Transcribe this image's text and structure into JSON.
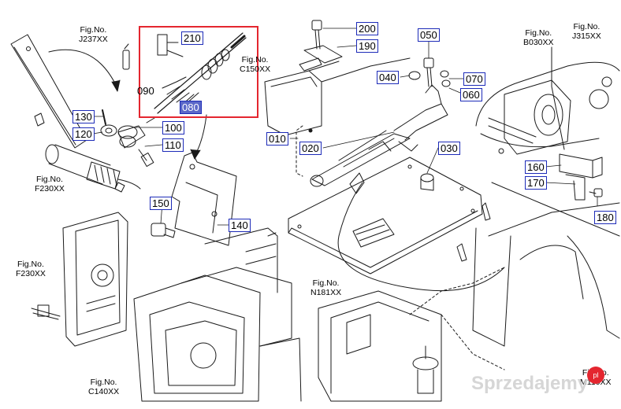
{
  "fig_refs": [
    {
      "key": "j237",
      "line1": "Fig.No.",
      "line2": "J237XX"
    },
    {
      "key": "c150",
      "line1": "Fig.No.",
      "line2": "C150XX"
    },
    {
      "key": "b030",
      "line1": "Fig.No.",
      "line2": "B030XX"
    },
    {
      "key": "j315",
      "line1": "Fig.No.",
      "line2": "J315XX"
    },
    {
      "key": "f230a",
      "line1": "Fig.No.",
      "line2": "F230XX"
    },
    {
      "key": "f230b",
      "line1": "Fig.No.",
      "line2": "F230XX"
    },
    {
      "key": "n181",
      "line1": "Fig.No.",
      "line2": "N181XX"
    },
    {
      "key": "c140",
      "line1": "Fig.No.",
      "line2": "C140XX"
    },
    {
      "key": "m110",
      "line1": "Fig.No.",
      "line2": "M110XX"
    }
  ],
  "parts": [
    {
      "key": "p210",
      "label": "210",
      "highlighted": false
    },
    {
      "key": "p090",
      "label": "090",
      "highlighted": false
    },
    {
      "key": "p080",
      "label": "080",
      "highlighted": true
    },
    {
      "key": "p130",
      "label": "130",
      "highlighted": false
    },
    {
      "key": "p120",
      "label": "120",
      "highlighted": false
    },
    {
      "key": "p100",
      "label": "100",
      "highlighted": false
    },
    {
      "key": "p110",
      "label": "110",
      "highlighted": false
    },
    {
      "key": "p150",
      "label": "150",
      "highlighted": false
    },
    {
      "key": "p140",
      "label": "140",
      "highlighted": false
    },
    {
      "key": "p200",
      "label": "200",
      "highlighted": false
    },
    {
      "key": "p190",
      "label": "190",
      "highlighted": false
    },
    {
      "key": "p050",
      "label": "050",
      "highlighted": false
    },
    {
      "key": "p040",
      "label": "040",
      "highlighted": false
    },
    {
      "key": "p070",
      "label": "070",
      "highlighted": false
    },
    {
      "key": "p060",
      "label": "060",
      "highlighted": false
    },
    {
      "key": "p010",
      "label": "010",
      "highlighted": false
    },
    {
      "key": "p020",
      "label": "020",
      "highlighted": false
    },
    {
      "key": "p030",
      "label": "030",
      "highlighted": false
    },
    {
      "key": "p160",
      "label": "160",
      "highlighted": false
    },
    {
      "key": "p170",
      "label": "170",
      "highlighted": false
    },
    {
      "key": "p180",
      "label": "180",
      "highlighted": false
    }
  ],
  "watermark": {
    "text": "Sprzedajemy",
    "badge": "pl"
  },
  "colors": {
    "label_border": "#1d2bb8",
    "highlight_fill": "#5b68c8",
    "highlight_box": "#e4262f",
    "line": "#1a1a1a"
  }
}
